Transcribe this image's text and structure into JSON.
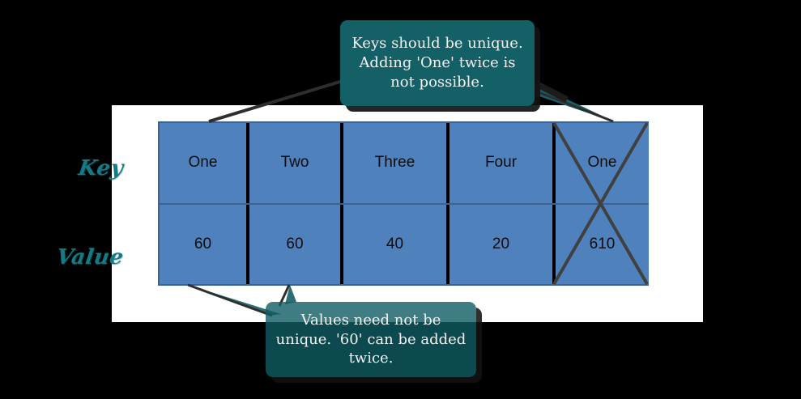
{
  "colors": {
    "background": "#000000",
    "panel": "#ffffff",
    "cell_fill": "#4f81bd",
    "cell_border": "#3a6293",
    "divider": "#000000",
    "callout_teal": "#146067",
    "label_teal": "#147b86",
    "strike_gray": "#404040",
    "pointer_gray": "#2e2e2e"
  },
  "labels": {
    "key": "Key",
    "value": "Value"
  },
  "table": {
    "columns": 5,
    "rows": [
      {
        "name": "keys",
        "cells": [
          "One",
          "Two",
          "Three",
          "Four",
          "One"
        ]
      },
      {
        "name": "values",
        "cells": [
          "60",
          "60",
          "40",
          "20",
          "610"
        ]
      }
    ],
    "struck_column_index": 4
  },
  "callouts": {
    "top": {
      "id": "keys-unique-callout",
      "text": "Keys should be unique. Adding 'One' twice is not possible."
    },
    "bottom": {
      "id": "values-duplicate-callout",
      "text": "Values need not be unique. '60' can be added twice."
    }
  }
}
